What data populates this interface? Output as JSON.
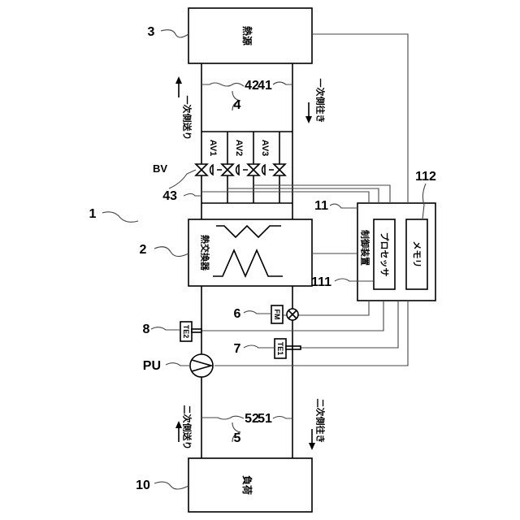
{
  "refs": {
    "system": "1",
    "heat_exchanger": "2",
    "heat_source": "3",
    "primary_pair": "4",
    "secondary_pair": "5",
    "flow_meter": "6",
    "te1": "7",
    "te2": "8",
    "load": "10",
    "controller": "11",
    "processor": "111",
    "memory": "112",
    "primary_return": "41",
    "primary_supply": "42",
    "primary_branch": "43",
    "secondary_return": "51",
    "secondary_supply": "52",
    "pump": "PU",
    "bypass_valve": "BV"
  },
  "boxes": {
    "heat_source": "熱源",
    "heat_exchanger": "熱交換器",
    "load": "負荷",
    "controller": "制御装置",
    "processor": "プロセッサ",
    "memory": "メモリ"
  },
  "tags": {
    "av1": "AV1",
    "av2": "AV2",
    "av3": "AV3",
    "fm": "FM",
    "te1": "TE1",
    "te2": "TE2"
  },
  "flows": {
    "primary_send": "一次側送り",
    "primary_go": "一次側往き",
    "secondary_send": "二次側送り",
    "secondary_go": "二次側往き"
  }
}
